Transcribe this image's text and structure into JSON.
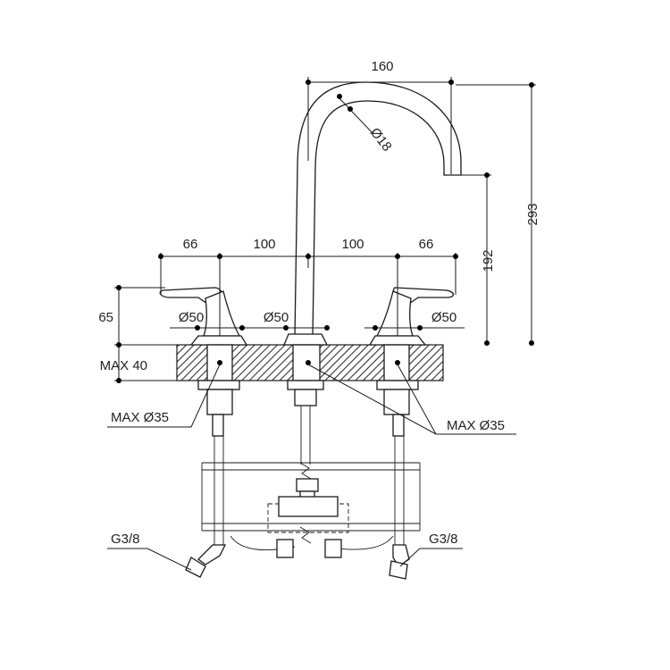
{
  "dimensions": {
    "spout_reach": "160",
    "spout_tube_diameter": "Ø18",
    "overall_height": "293",
    "spout_outlet_height": "192",
    "offset_left": "66",
    "spacing_left": "100",
    "spacing_right": "100",
    "offset_right": "66",
    "handle_height": "65",
    "max_deck_thickness": "MAX 40",
    "base_diameter_left": "Ø50",
    "base_diameter_center": "Ø50",
    "base_diameter_right": "Ø50",
    "hole_diameter_left": "MAX Ø35",
    "hole_diameter_right": "MAX Ø35",
    "connection_left": "G3/8",
    "connection_right": "G3/8"
  },
  "colors": {
    "line": "#1a1a1a",
    "background": "#ffffff"
  }
}
